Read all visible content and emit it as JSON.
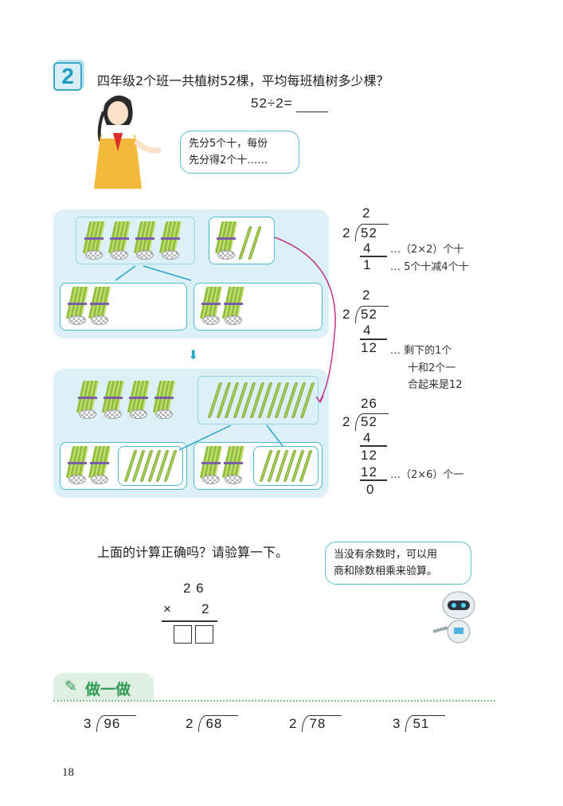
{
  "problem": {
    "number": "2",
    "question": "四年级2个班一共植树52棵，平均每班植树多少棵？",
    "equation": "52÷2=",
    "girl_bubble": [
      "先分5个十，每份",
      "先分得2个十……"
    ]
  },
  "divisions": [
    {
      "quotient": "2",
      "divisor": "2",
      "dividend": "52",
      "steps": [
        "4",
        "1"
      ],
      "notes": [
        "…（2×2）个十",
        "… 5个十减4个十"
      ]
    },
    {
      "quotient": "2",
      "divisor": "2",
      "dividend": "52",
      "steps": [
        "4",
        "12"
      ],
      "notes": [
        "… 剩下的1个",
        "十和2个一",
        "合起来是12"
      ]
    },
    {
      "quotient": "26",
      "divisor": "2",
      "dividend": "52",
      "steps": [
        "4",
        "12",
        "12",
        "0"
      ],
      "notes": [
        "…（2×6）个一"
      ]
    }
  ],
  "verify": {
    "question": "上面的计算正确吗？请验算一下。",
    "robot_bubble": [
      "当没有余数时，可以用",
      "商和除数相乘来验算。"
    ],
    "multiplicand": "2 6",
    "times": "×",
    "multiplier": "2"
  },
  "practice": {
    "title": "做一做",
    "items": [
      {
        "divisor": "3",
        "dividend": "96"
      },
      {
        "divisor": "2",
        "dividend": "68"
      },
      {
        "divisor": "2",
        "dividend": "78"
      },
      {
        "divisor": "3",
        "dividend": "51"
      }
    ]
  },
  "page_number": "18",
  "colors": {
    "accent": "#3aa7c9",
    "panel": "#dcf0f8",
    "arrow": "#c2308c",
    "practice": "#2f9a55"
  }
}
